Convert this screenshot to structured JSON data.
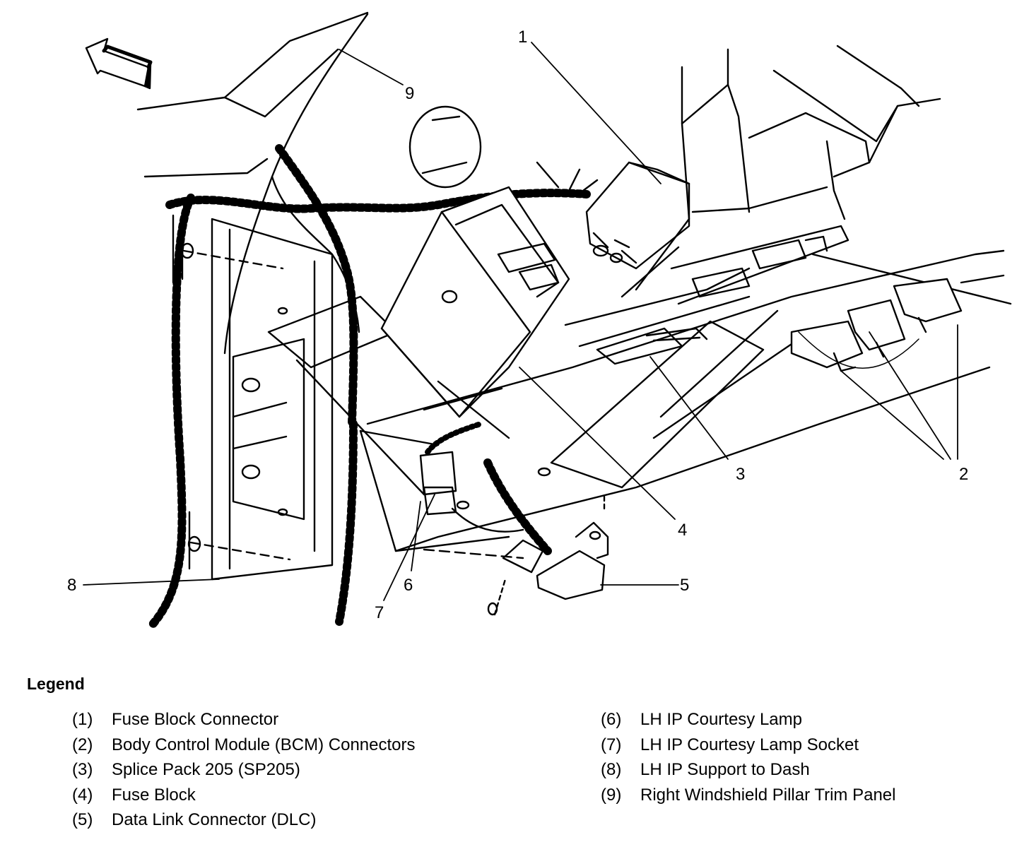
{
  "callouts": {
    "c1": "1",
    "c2": "2",
    "c3": "3",
    "c4": "4",
    "c5": "5",
    "c6": "6",
    "c7": "7",
    "c8": "8",
    "c9": "9"
  },
  "legend": {
    "title": "Legend",
    "items": [
      {
        "num": "(1)",
        "text": "Fuse Block Connector"
      },
      {
        "num": "(2)",
        "text": "Body Control Module (BCM) Connectors"
      },
      {
        "num": "(3)",
        "text": "Splice Pack 205 (SP205)"
      },
      {
        "num": "(4)",
        "text": "Fuse Block"
      },
      {
        "num": "(5)",
        "text": "Data Link Connector (DLC)"
      },
      {
        "num": "(6)",
        "text": "LH IP Courtesy Lamp"
      },
      {
        "num": "(7)",
        "text": "LH IP Courtesy Lamp Socket"
      },
      {
        "num": "(8)",
        "text": "LH IP Support to Dash"
      },
      {
        "num": "(9)",
        "text": "Right Windshield Pillar Trim Panel"
      }
    ]
  },
  "colors": {
    "ink": "#000000",
    "paper": "#ffffff"
  }
}
